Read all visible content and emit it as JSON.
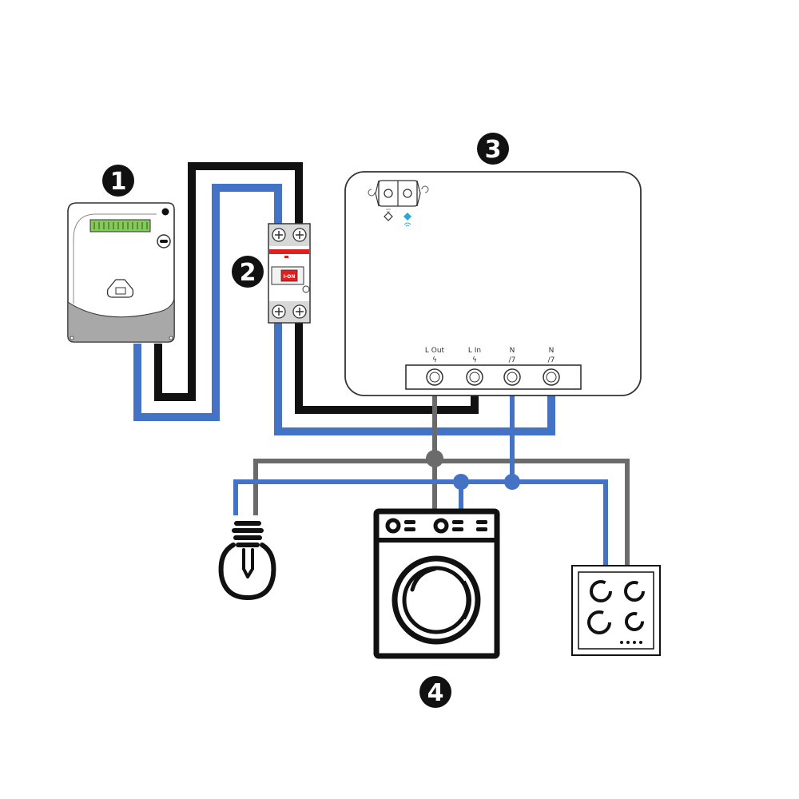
{
  "colors": {
    "live": "#111111",
    "neutral": "#4472c4",
    "earth": "#6b6b6b",
    "accent_red": "#e02020",
    "wifi_blue": "#29a8e0",
    "meter_grey": "#a8a8a8",
    "display_green": "#86c95a"
  },
  "labels": {
    "meter": "1",
    "breaker": "2",
    "controller": "3",
    "appliances": "4"
  },
  "breaker": {
    "switch_text": "I-ON"
  },
  "controller": {
    "terminals": [
      {
        "label": "L Out",
        "symbol": "ϟ"
      },
      {
        "label": "L In",
        "symbol": "ϟ"
      },
      {
        "label": "N",
        "symbol": "/7"
      },
      {
        "label": "N",
        "symbol": "/7"
      }
    ]
  },
  "devices": {
    "meter": "electricity-meter",
    "breaker": "circuit-breaker",
    "controller": "smart-switch-module",
    "lamp": "light-bulb-icon",
    "washer": "washing-machine-icon",
    "hob": "cooktop-icon"
  }
}
